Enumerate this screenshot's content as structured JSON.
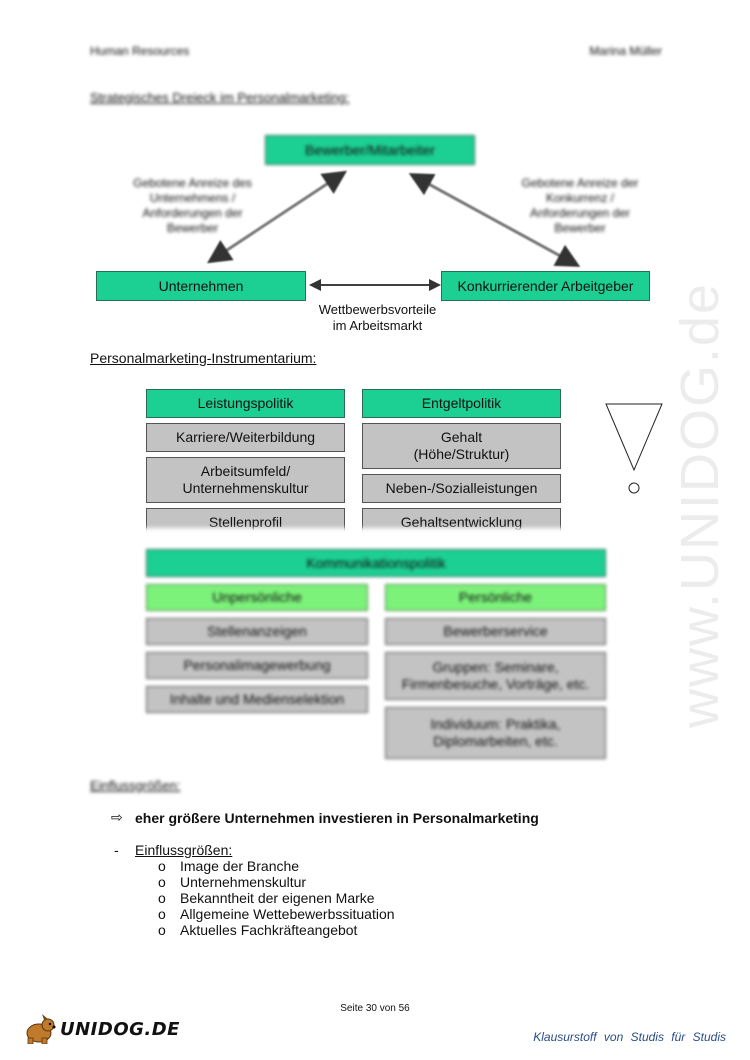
{
  "header": {
    "left": "Human Resources",
    "right": "Marina Müller"
  },
  "section1": {
    "title": "Strategisches Dreieck im Personalmarketing:",
    "top_box": "Bewerber/Mitarbeiter",
    "left_note": "Gebotene Anreize des Unternehmens / Anforderungen der Bewerber",
    "right_note": "Gebotene Anreize der Konkurrenz / Anforderungen der Bewerber",
    "left_box": "Unternehmen",
    "right_box": "Konkurrierender Arbeitgeber",
    "middle_label_1": "Wettbewerbsvorteile",
    "middle_label_2": "im Arbeitsmarkt"
  },
  "section2": {
    "title": "Personalmarketing-Instrumentarium:",
    "col1": {
      "header": "Leistungspolitik",
      "items": [
        "Karriere/Weiterbildung",
        "Arbeitsumfeld/",
        "Unternehmenskultur",
        "Stellenprofil"
      ]
    },
    "col2": {
      "header": "Entgeltpolitik",
      "items": [
        "Gehalt",
        "(Höhe/Struktur)",
        "Neben-/Sozialleistungen",
        "Gehaltsentwicklung"
      ]
    },
    "komm": {
      "header": "Kommunikationspolitik",
      "left_header": "Unpersönliche",
      "right_header": "Persönliche",
      "left_items": [
        "Stellenanzeigen",
        "Personalimagewerbung",
        "Inhalte und Medienselektion"
      ],
      "right_items": [
        "Bewerberservice",
        "Gruppen: Seminare, Firmenbesuche, Vorträge, etc.",
        "Individuum: Praktika, Diplomarbeiten, etc."
      ]
    }
  },
  "section3": {
    "title": "Einflussgrößen:",
    "arrow_symbol": "⇨",
    "bold_statement": "eher größere Unternehmen investieren in Personalmarketing",
    "dash": "-",
    "subtitle": "Einflussgrößen:",
    "bullet": "o",
    "items": [
      "Image der Branche",
      "Unternehmenskultur",
      "Bekanntheit der eigenen Marke",
      "Allgemeine Wettebewerbssituation",
      "Aktuelles Fachkräfteangebot"
    ]
  },
  "footer": {
    "page": "Seite 30 von 56",
    "logo": "UNIDOG.DE",
    "tagline": "Klausurstoff von Studis für Studis"
  },
  "watermark": "www.UNIDOG.de",
  "colors": {
    "green": "#1ccf92",
    "light_green": "#7cf27a",
    "gray": "#c3c3c3"
  }
}
